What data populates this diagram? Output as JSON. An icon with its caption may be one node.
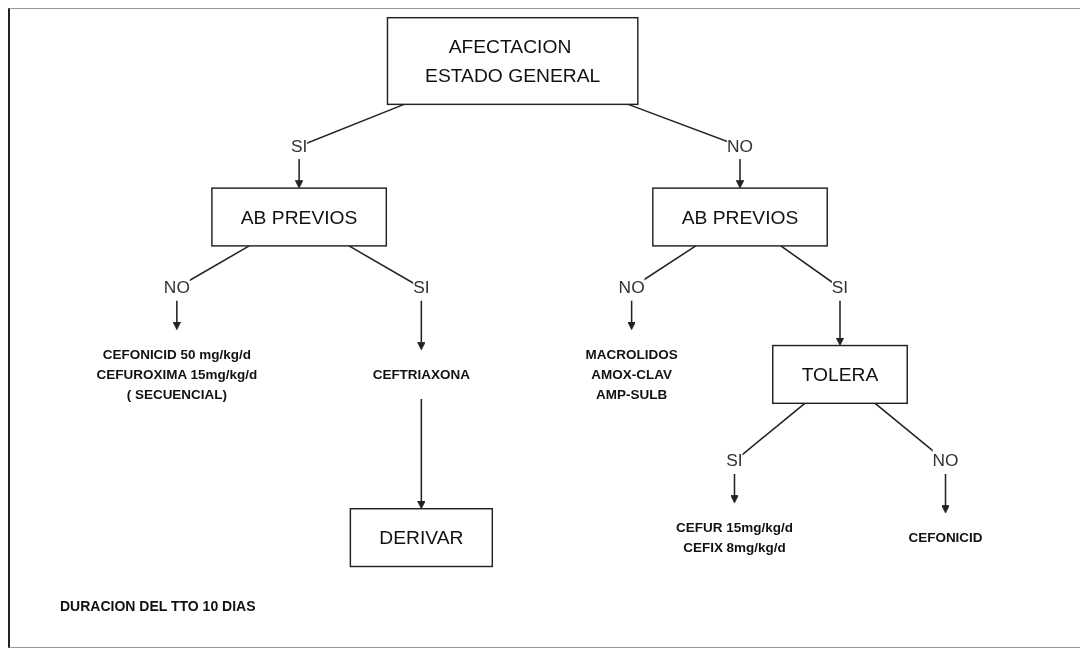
{
  "diagram": {
    "nodes": [
      {
        "text": [
          "AFECTACION ESTADO GENERAL"
        ]
      },
      {
        "text": [
          "AB PREVIOS"
        ]
      },
      {
        "text": [
          "AB PREVIOS"
        ]
      },
      {
        "text": [
          "CEFONICID 50 mg/kg/d",
          "CEFUROXIMA 15mg/kg/d",
          "( SECUENCIAL)"
        ]
      },
      {
        "text": [
          "CEFTRIAXONA"
        ]
      },
      {
        "text": [
          "DERIVAR"
        ]
      },
      {
        "text": [
          "MACROLIDOS",
          "AMOX-CLAV",
          "AMP-SULB"
        ]
      },
      {
        "text": [
          "TOLERA"
        ]
      },
      {
        "text": [
          "CEFUR 15mg/kg/d",
          "CEFIX 8mg/kg/d"
        ]
      },
      {
        "text": [
          "CEFONICID"
        ]
      }
    ],
    "edges": [
      {
        "from": 0,
        "to": 1,
        "arrow": "to",
        "label": "SI"
      },
      {
        "from": 0,
        "to": 2,
        "arrow": "to",
        "label": "NO"
      },
      {
        "from": 1,
        "to": 3,
        "arrow": "to",
        "label": "NO"
      },
      {
        "from": 1,
        "to": 4,
        "arrow": "to",
        "label": "SI"
      },
      {
        "from": 4,
        "to": 5,
        "arrow": "to"
      },
      {
        "from": 2,
        "to": 6,
        "arrow": "to",
        "label": "NO"
      },
      {
        "from": 2,
        "to": 7,
        "arrow": "to",
        "label": "SI"
      },
      {
        "from": 7,
        "to": 8,
        "arrow": "to",
        "label": "SI"
      },
      {
        "from": 7,
        "to": 9,
        "arrow": "to",
        "label": "NO"
      }
    ],
    "labels": [
      "DURACION DEL TTO 10 DIAS"
    ]
  }
}
